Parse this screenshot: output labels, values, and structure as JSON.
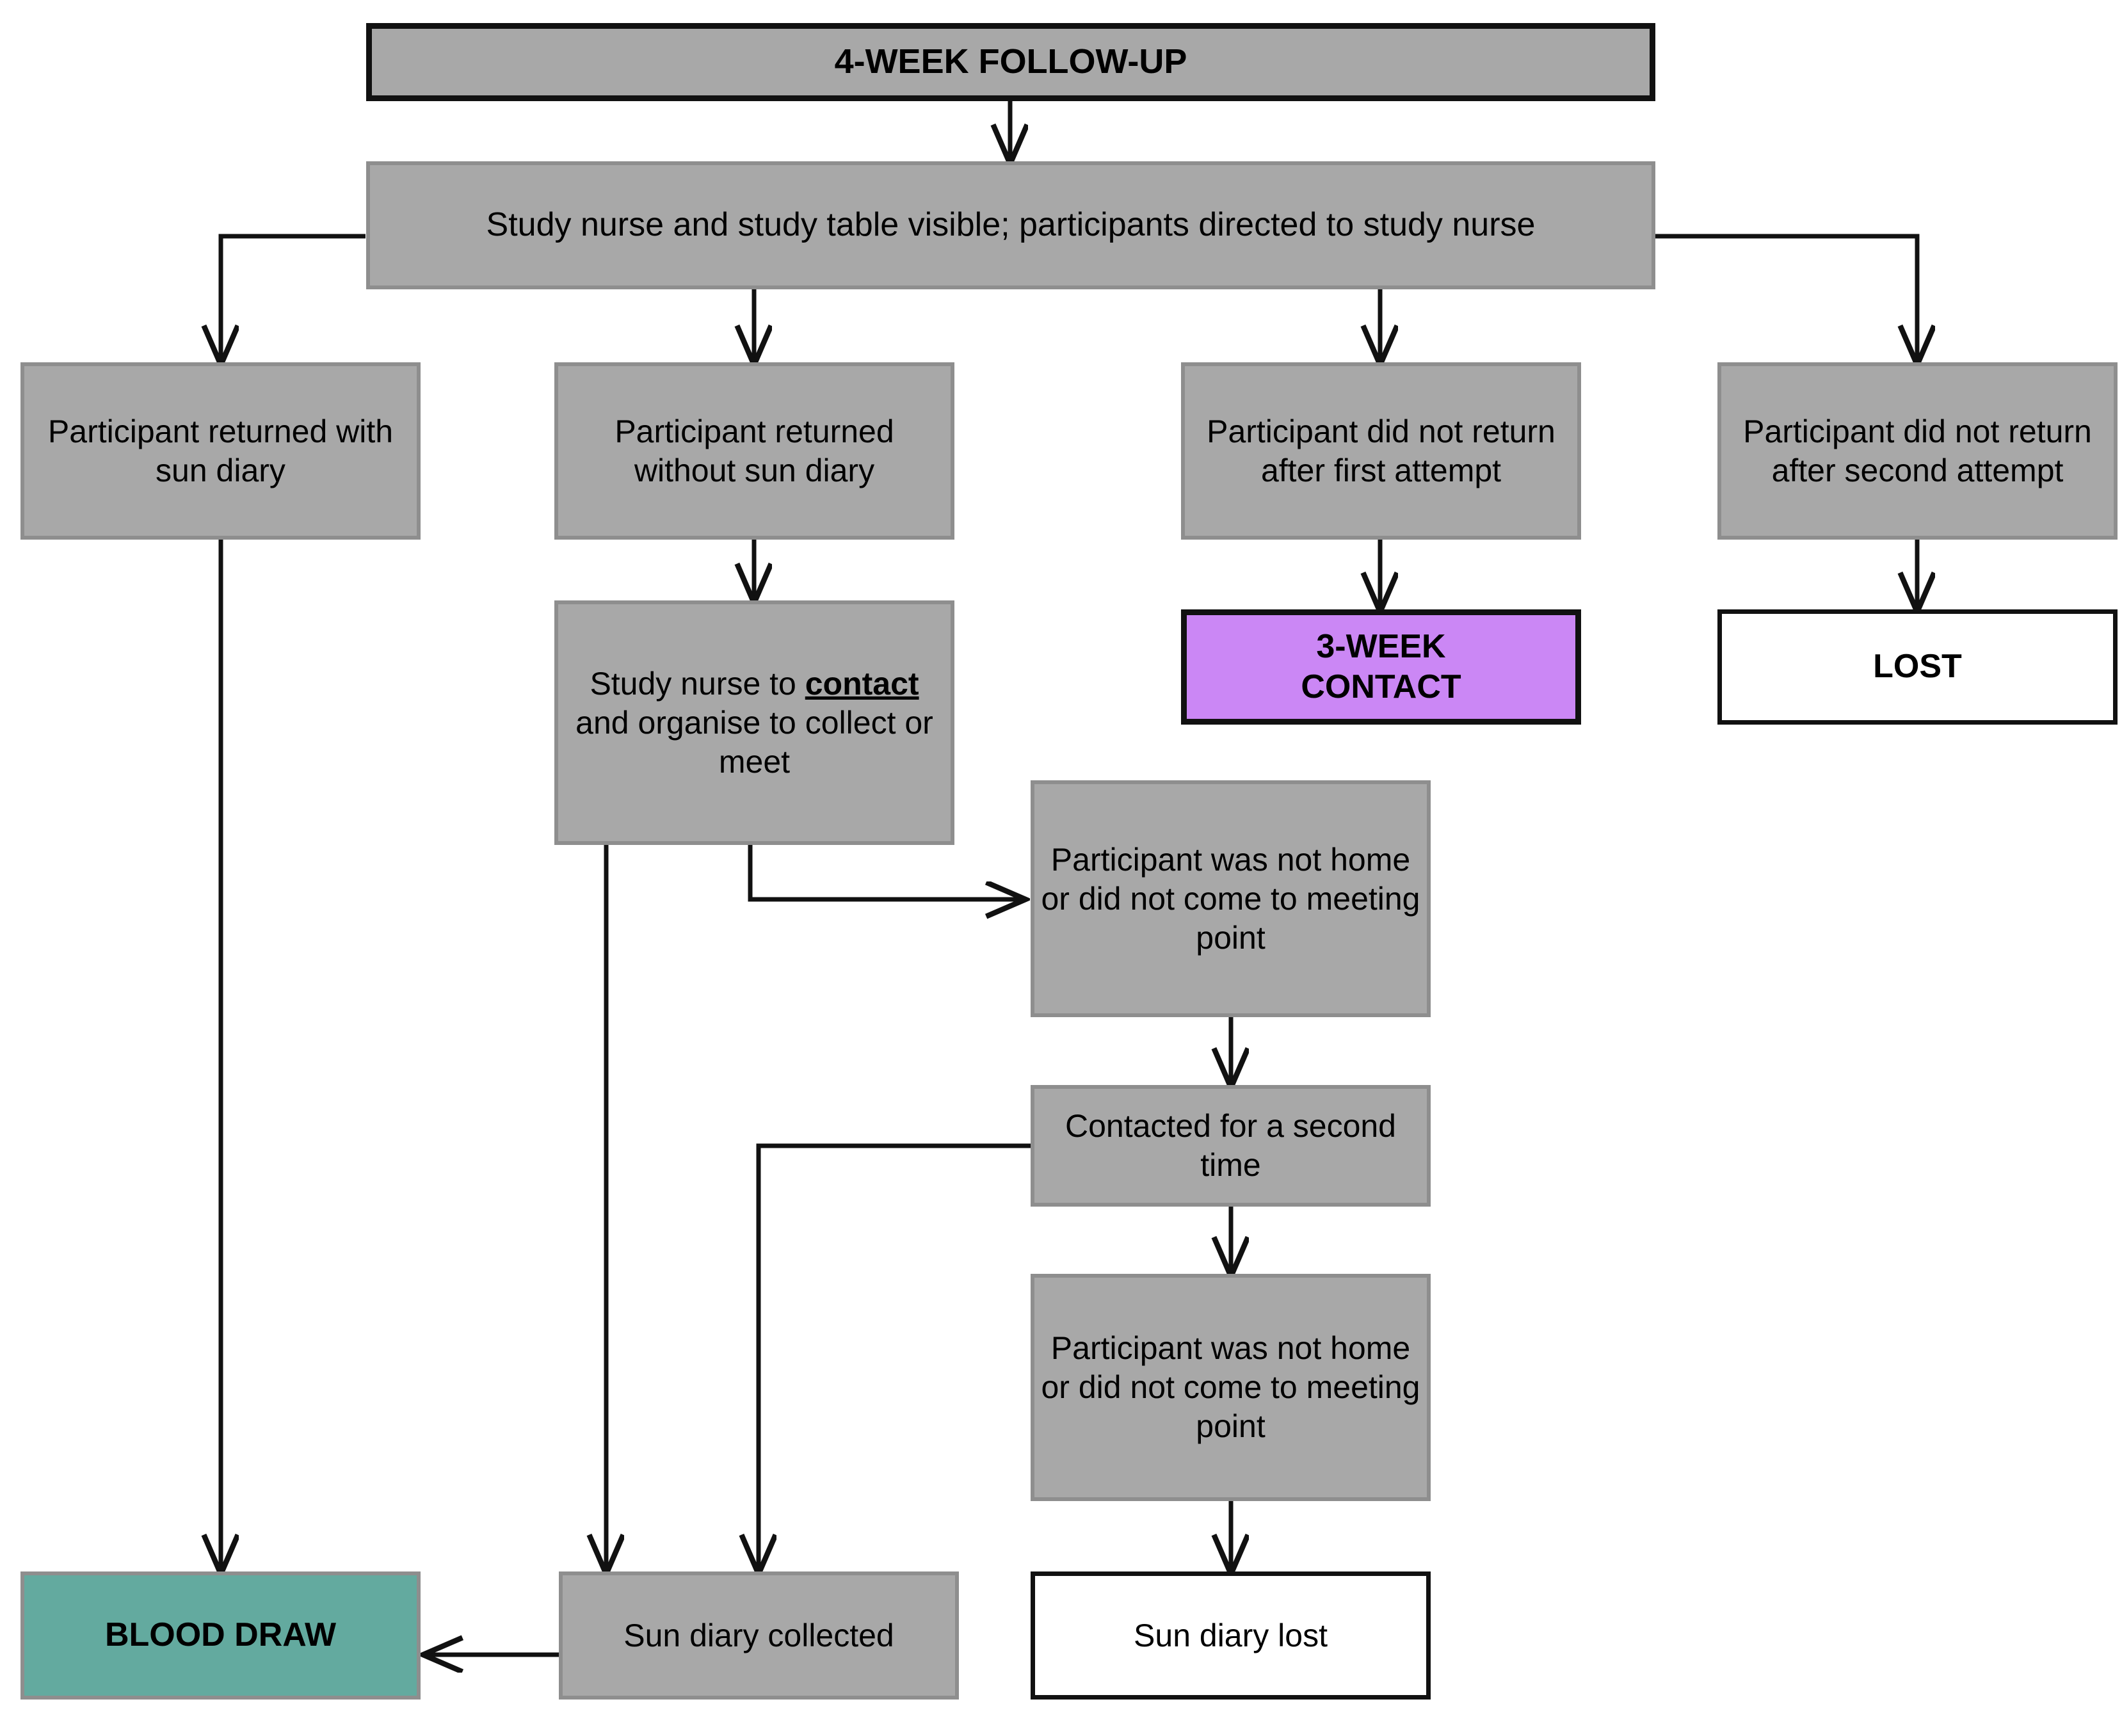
{
  "diagram": {
    "title": "4-Week Follow-Up Flowchart",
    "colors": {
      "grey_fill": "#a8a8a8",
      "purple_fill": "#cb87f5",
      "teal_fill": "#63aa9f",
      "white_fill": "#ffffff",
      "line": "#111111",
      "grey_border": "#8e8e8e"
    },
    "nodes": {
      "four_week_followup": "4-WEEK FOLLOW-UP",
      "study_nurse_visible": "Study nurse and study table visible; participants directed to study nurse",
      "returned_with_diary": "Participant returned with sun diary",
      "returned_without_diary": "Participant returned without sun diary",
      "no_return_first": "Participant did not return after first attempt",
      "no_return_second": "Participant did not return after second attempt",
      "three_week_contact": "3-WEEK\nCONTACT",
      "lost": "LOST",
      "nurse_contact_pre": "Study nurse to ",
      "nurse_contact_emph": "contact",
      "nurse_contact_post": " and organise to collect or meet",
      "not_home_1": "Participant was not home or did not come to meeting point",
      "contacted_second": "Contacted for a second time",
      "not_home_2": "Participant was not home or did not come to meeting point",
      "blood_draw": "BLOOD DRAW",
      "sun_diary_collected": "Sun diary collected",
      "sun_diary_lost": "Sun diary lost"
    }
  }
}
